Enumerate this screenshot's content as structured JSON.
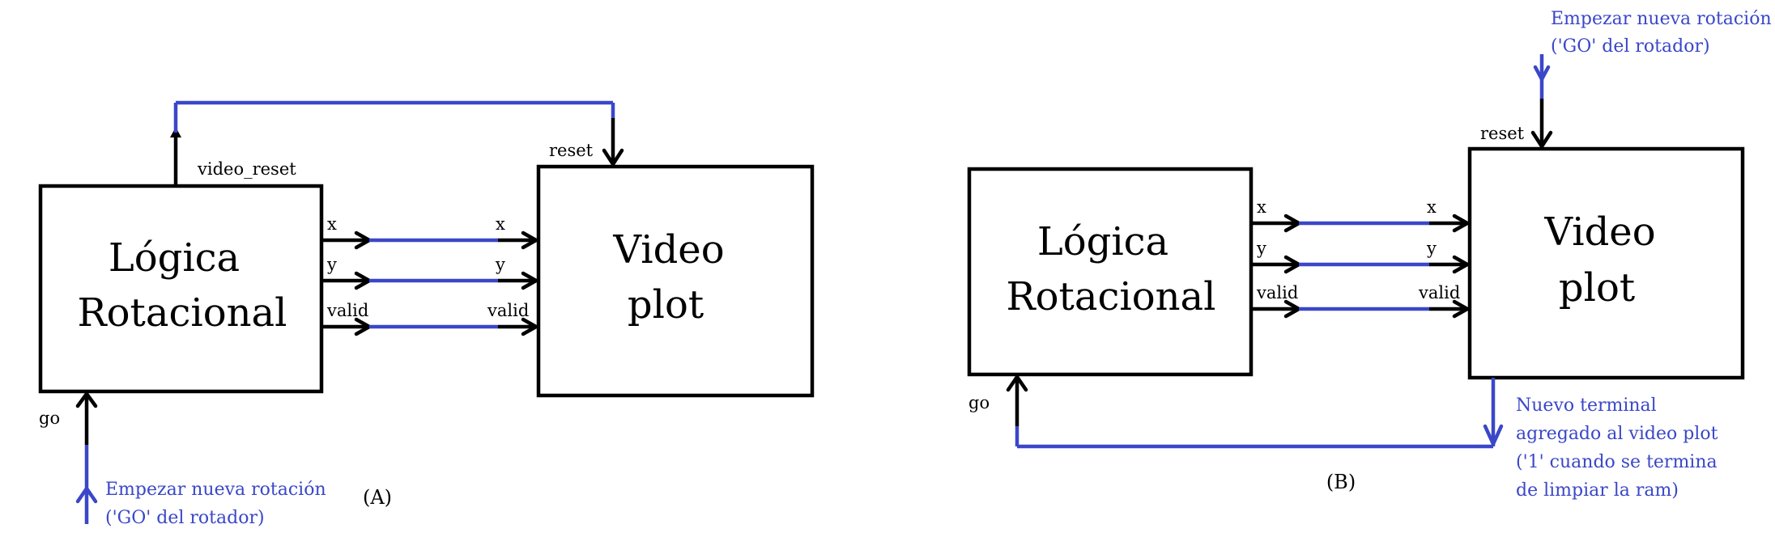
{
  "colors": {
    "accent": "#3a47c8",
    "line": "#000000"
  },
  "diagram_a": {
    "caption": "(A)",
    "logic_block": {
      "line1": "Lógica",
      "line2": "Rotacional"
    },
    "video_block": {
      "line1": "Video",
      "line2": "plot"
    },
    "ports": {
      "video_reset": "video_reset",
      "reset": "reset",
      "x_out": "x",
      "x_in": "x",
      "y_out": "y",
      "y_in": "y",
      "valid_out": "valid",
      "valid_in": "valid",
      "go": "go"
    },
    "note": {
      "line1": "Empezar nueva rotación",
      "line2": "('GO' del rotador)"
    }
  },
  "diagram_b": {
    "caption": "(B)",
    "logic_block": {
      "line1": "Lógica",
      "line2": "Rotacional"
    },
    "video_block": {
      "line1": "Video",
      "line2": "plot"
    },
    "ports": {
      "reset": "reset",
      "x_out": "x",
      "x_in": "x",
      "y_out": "y",
      "y_in": "y",
      "valid_out": "valid",
      "valid_in": "valid",
      "go": "go"
    },
    "top_note": {
      "line1": "Empezar nueva rotación",
      "line2": "('GO' del rotador)"
    },
    "side_note": {
      "line1": "Nuevo terminal",
      "line2": "agregado al video plot",
      "line3": "('1' cuando se termina",
      "line4": "de limpiar la ram)"
    }
  }
}
